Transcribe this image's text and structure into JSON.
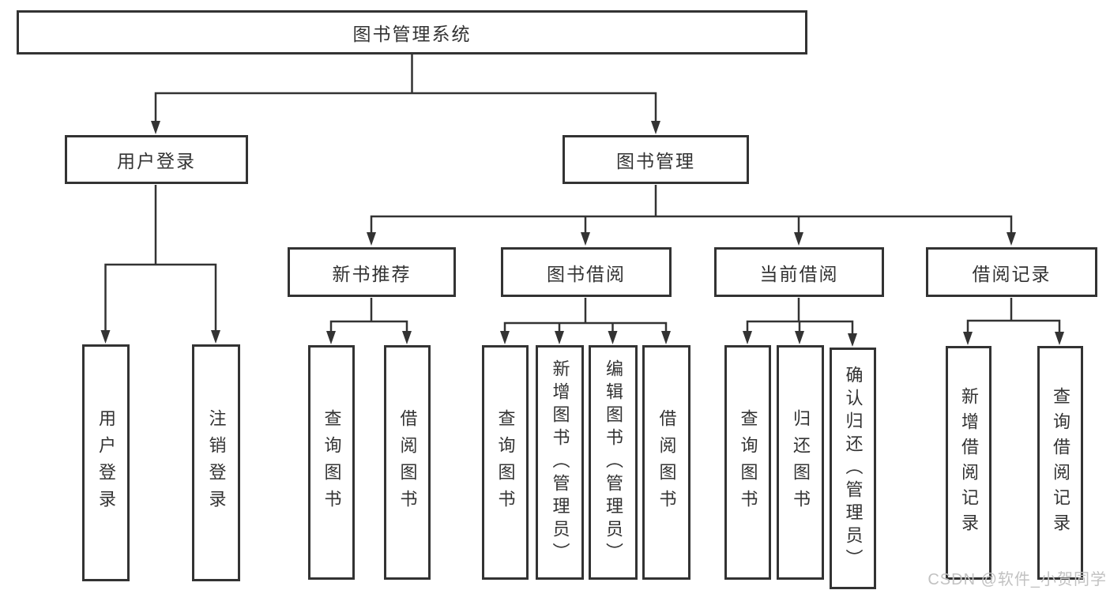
{
  "tree": {
    "label": "图书管理系统",
    "children": [
      {
        "label": "用户登录",
        "children": [
          {
            "label": "用户登录"
          },
          {
            "label": "注销登录"
          }
        ]
      },
      {
        "label": "图书管理",
        "children": [
          {
            "label": "新书推荐",
            "children": [
              {
                "label": "查询图书"
              },
              {
                "label": "借阅图书"
              }
            ]
          },
          {
            "label": "图书借阅",
            "children": [
              {
                "label": "查询图书"
              },
              {
                "label": "新增图书（管理员）"
              },
              {
                "label": "编辑图书（管理员）"
              },
              {
                "label": "借阅图书"
              }
            ]
          },
          {
            "label": "当前借阅",
            "children": [
              {
                "label": "查询图书"
              },
              {
                "label": "归还图书"
              },
              {
                "label": "确认归还（管理员）"
              }
            ]
          },
          {
            "label": "借阅记录",
            "children": [
              {
                "label": "新增借阅记录"
              },
              {
                "label": "查询借阅记录"
              }
            ]
          }
        ]
      }
    ]
  },
  "watermark": "CSDN @软件_小贺同学",
  "colors": {
    "line": "#333333",
    "text": "#333333",
    "watermark": "#c2c2c2",
    "background": "#ffffff"
  }
}
